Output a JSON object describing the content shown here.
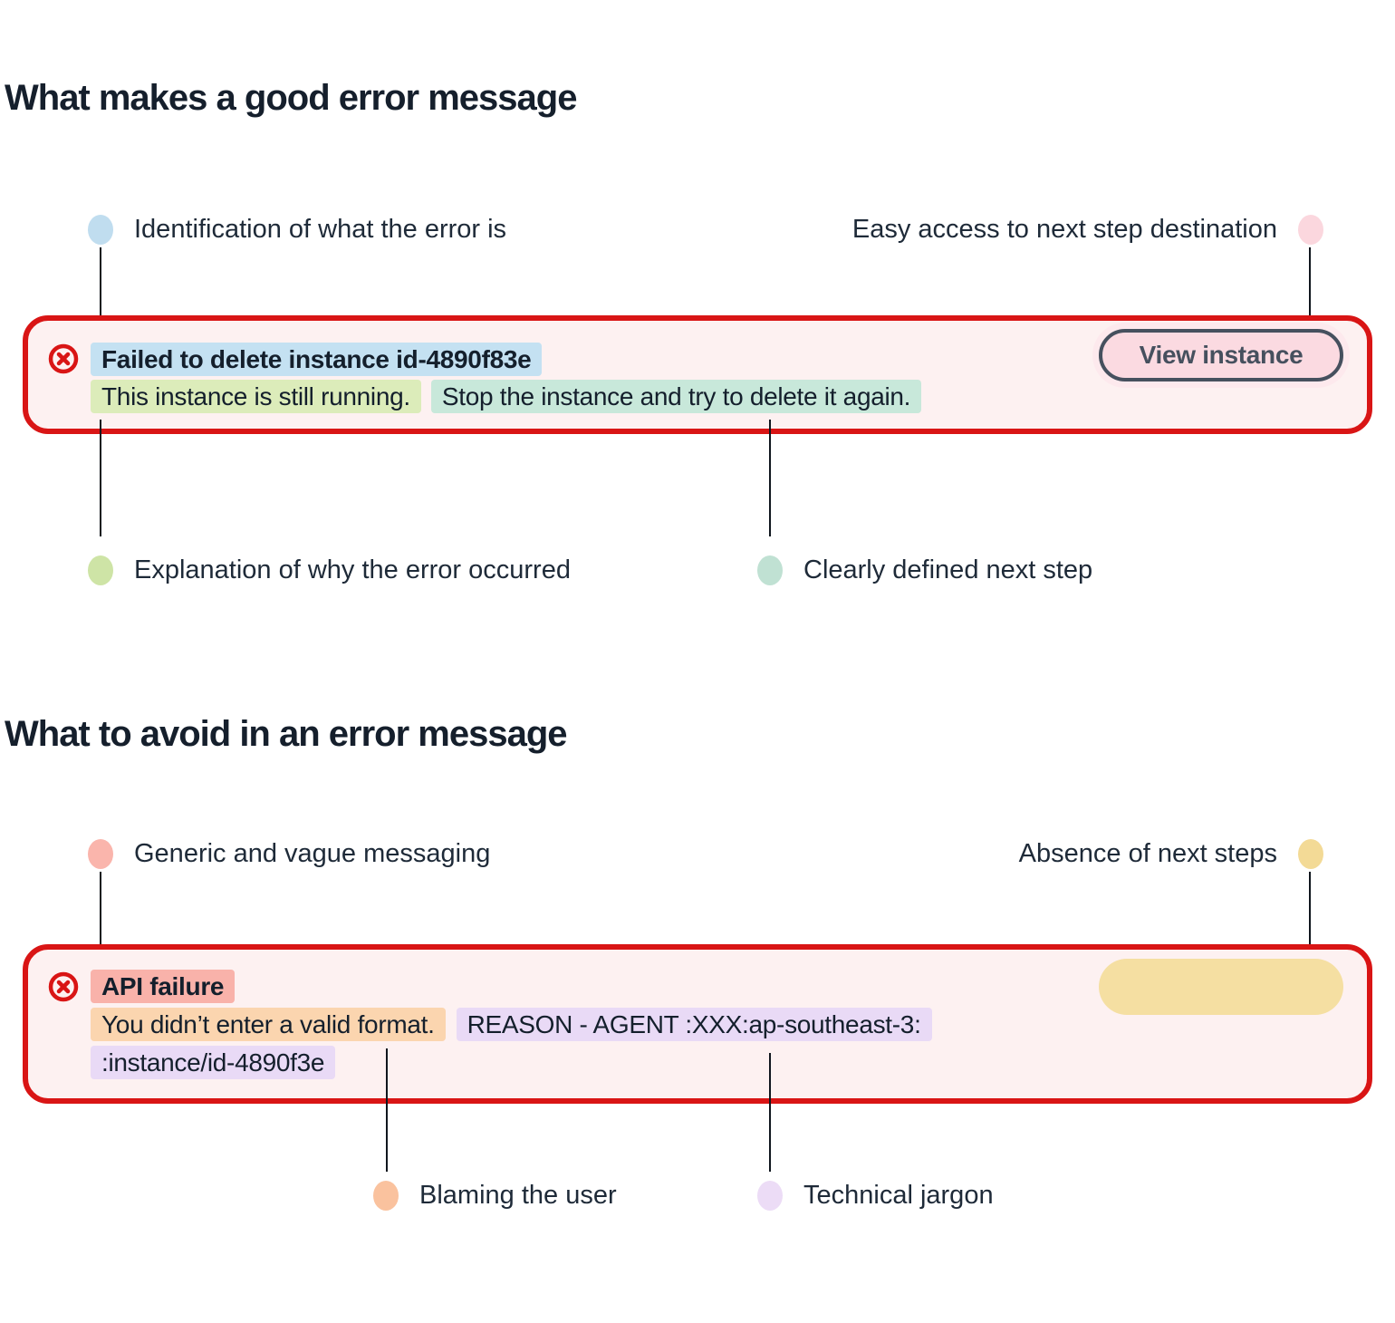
{
  "colors": {
    "error_red": "#d91515",
    "box_bg": "#fdf1f1",
    "text_dark": "#141f2c",
    "line_dark": "#10161e",
    "hl_blue": "#c4e1f2",
    "hl_green": "#dcecba",
    "hl_teal": "#c8e8da",
    "hl_salmon": "#f9b2aa",
    "hl_orange": "#fbd5af",
    "hl_lavender": "#e9daf6",
    "dot_blue": "#c0ddef",
    "dot_pink": "#fbd7de",
    "dot_green": "#cee4a6",
    "dot_teal": "#c0e1d3",
    "dot_salmon": "#fab5ac",
    "dot_yellow": "#f3da96",
    "dot_orange": "#fac29e",
    "dot_lavender": "#ecdcf6",
    "button_bg": "#fbdae1",
    "button_halo": "#fde9ed",
    "button_border": "#46505e",
    "pill_yellow": "#f5dfa2"
  },
  "good": {
    "title": "What makes a good error message",
    "labels": {
      "identification": "Identification of what the error is",
      "easy_access": "Easy access to next step destination",
      "explanation": "Explanation of why the error occurred",
      "next_step": "Clearly defined next step"
    },
    "alert": {
      "icon": "circle-x-error-icon",
      "title": "Failed to delete instance id-4890f83e",
      "explanation": "This instance is still running.",
      "next_step": "Stop the instance and try to delete it again.",
      "button_label": "View instance"
    }
  },
  "avoid": {
    "title": "What to avoid in an error message",
    "labels": {
      "generic": "Generic and vague messaging",
      "absence": "Absence of next steps",
      "blaming": "Blaming the user",
      "jargon": "Technical jargon"
    },
    "alert": {
      "icon": "circle-x-error-icon",
      "title": "API failure",
      "blame": "You didn’t enter a valid format.",
      "jargon_line1": "REASON - AGENT :XXX:ap-southeast-3:",
      "jargon_line2": ":instance/id-4890f3e"
    }
  }
}
